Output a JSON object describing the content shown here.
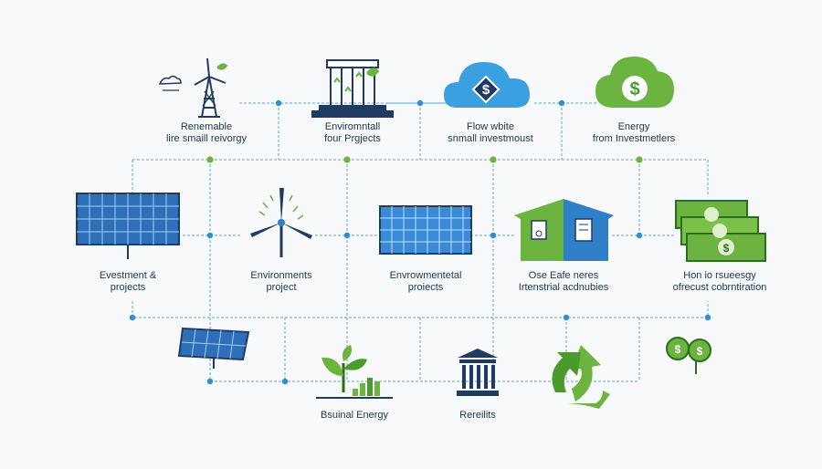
{
  "colors": {
    "navy": "#1f3b63",
    "blue": "#2f7fc9",
    "light_blue": "#3aa0e0",
    "green": "#6db33f",
    "dark_green": "#4b9a2c",
    "line": "#5aa9d6",
    "node": "#2f8fd0",
    "background": "#f8f9fb"
  },
  "top_row": [
    {
      "icon": "wind-turbine-icon",
      "lines": [
        "Renemable",
        "lire smaill reivorgy"
      ]
    },
    {
      "icon": "greenhouse-icon",
      "lines": [
        "Enviromntall",
        "four Prgjects"
      ]
    },
    {
      "icon": "cloud-dollar-icon",
      "lines": [
        "Flow wbite",
        "snmall investmoust"
      ]
    },
    {
      "icon": "dollar-tree-icon",
      "lines": [
        "Energy",
        "from Investmetlers"
      ]
    }
  ],
  "middle_row": [
    {
      "icon": "solar-panel-icon",
      "lines": [
        "Evestment &",
        "projects"
      ]
    },
    {
      "icon": "wind-turbine-icon",
      "lines": [
        "Environments",
        "project"
      ]
    },
    {
      "icon": "solar-panel-icon",
      "lines": [
        "Envrowmentetal",
        "proiects"
      ]
    },
    {
      "icon": "house-icon",
      "lines": [
        "Ose Eafe neres",
        "Irtenstrial acdnubies"
      ]
    },
    {
      "icon": "money-stack-icon",
      "lines": [
        "Hon io rsueesgy",
        "ofrecust cobrntiration"
      ]
    }
  ],
  "bottom_row": [
    {
      "icon": "small-solar-panel-icon",
      "lines": []
    },
    {
      "icon": "plant-growth-icon",
      "lines": [
        "Bsuinal Energy"
      ]
    },
    {
      "icon": "bank-icon",
      "lines": [
        "Rereilits"
      ]
    },
    {
      "icon": "recycle-icon",
      "lines": []
    },
    {
      "icon": "coins-icon",
      "lines": []
    }
  ]
}
